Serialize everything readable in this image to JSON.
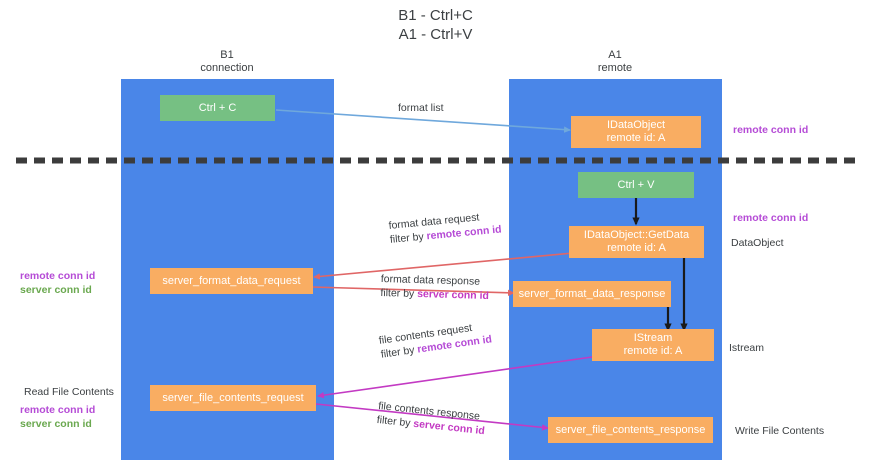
{
  "title": "B1 - Ctrl+C\nA1 - Ctrl+V",
  "colors": {
    "lane": "#4a86e8",
    "green_node": "#76c083",
    "orange_node": "#f9ad62",
    "purple_key": "#b54bd6",
    "green_key": "#6aa84f",
    "divider": "#3c3c3c",
    "text": "#3c4043",
    "arrow_blue": "#6fa8dc",
    "arrow_red": "#e06666",
    "arrow_magenta": "#c33ac3",
    "arrow_black": "#1a1a1a"
  },
  "columns": [
    {
      "id": "b1",
      "heading": "B1\nconnection"
    },
    {
      "id": "a1",
      "heading": "A1\nremote"
    }
  ],
  "nodes": [
    {
      "id": "ctrl-c",
      "label": "Ctrl + C",
      "style": "green"
    },
    {
      "id": "idataobject",
      "label": "IDataObject\nremote id: A",
      "style": "orange"
    },
    {
      "id": "ctrl-v",
      "label": "Ctrl + V",
      "style": "green"
    },
    {
      "id": "idataobject-getdata",
      "label": "IDataObject::GetData\nremote id: A",
      "style": "orange"
    },
    {
      "id": "server-format-data-request",
      "label": "server_format_data_request",
      "style": "orange"
    },
    {
      "id": "server-format-data-response",
      "label": "server_format_data_response",
      "style": "orange"
    },
    {
      "id": "istream",
      "label": "IStream\nremote id: A",
      "style": "orange"
    },
    {
      "id": "server-file-contents-request",
      "label": "server_file_contents_request",
      "style": "orange"
    },
    {
      "id": "server-file-contents-response",
      "label": "server_file_contents_response",
      "style": "orange"
    }
  ],
  "edge_labels": [
    {
      "id": "format-list",
      "line1": "format list",
      "line2": "",
      "key2": ""
    },
    {
      "id": "format-data-request",
      "line1": "format data request",
      "line2": "filter by ",
      "key2": "remote conn id"
    },
    {
      "id": "format-data-response",
      "line1": "format data response",
      "line2": "filter by ",
      "key2": "server conn id"
    },
    {
      "id": "file-contents-request",
      "line1": "file contents request",
      "line2": "filter by ",
      "key2": "remote conn id"
    },
    {
      "id": "file-contents-response",
      "line1": "file contents response",
      "line2": "filter by ",
      "key2": "server conn id"
    }
  ],
  "side_labels": {
    "right_remote_conn_id_top": "remote conn id",
    "right_remote_conn_id_mid": "remote conn id",
    "right_dataobject": "DataObject",
    "right_istream": "Istream",
    "right_write_file_contents": "Write File Contents",
    "left_remote_conn_id": "remote conn id",
    "left_server_conn_id": "server conn id",
    "left_read_file_contents": "Read File Contents",
    "left_remote_conn_id_2": "remote conn id",
    "left_server_conn_id_2": "server conn id"
  }
}
